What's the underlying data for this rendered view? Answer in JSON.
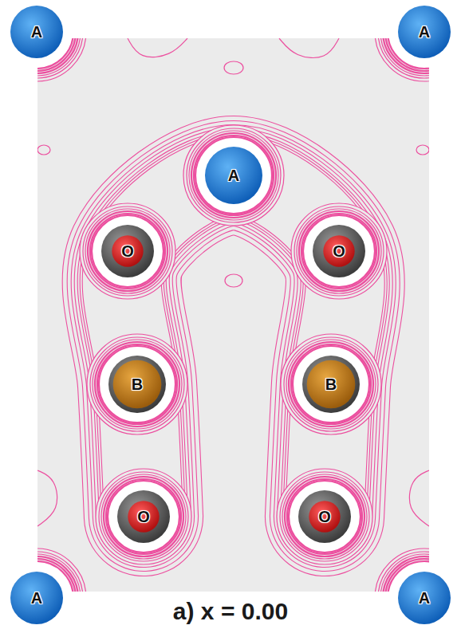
{
  "diagram": {
    "caption": "a) x = 0.00",
    "nodes": [
      {
        "text": [
          "A"
        ]
      },
      {
        "text": [
          "A"
        ]
      },
      {
        "text": [
          "A"
        ]
      },
      {
        "text": [
          "O"
        ]
      },
      {
        "text": [
          "O"
        ]
      },
      {
        "text": [
          "B"
        ]
      },
      {
        "text": [
          "B"
        ]
      },
      {
        "text": [
          "O"
        ]
      },
      {
        "text": [
          "O"
        ]
      },
      {
        "text": [
          "A"
        ]
      },
      {
        "text": [
          "A"
        ]
      }
    ]
  }
}
